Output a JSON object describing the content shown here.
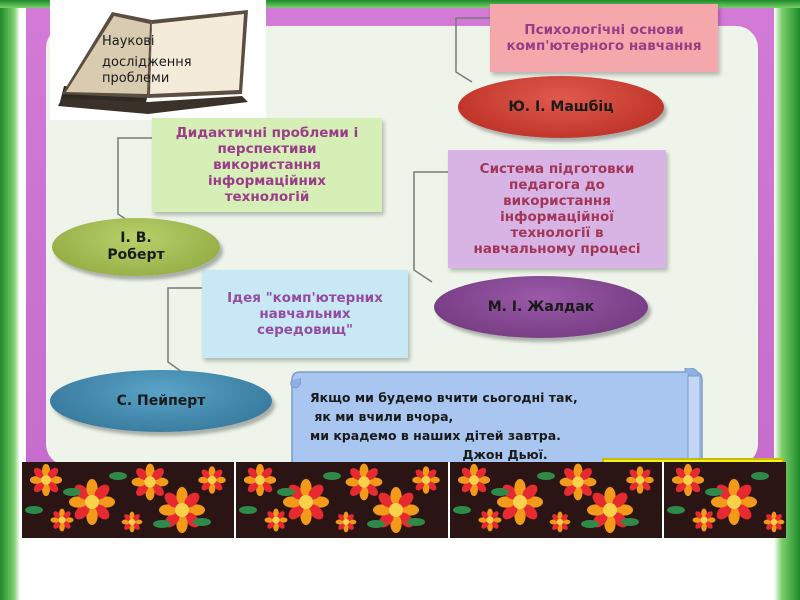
{
  "book": {
    "lines": [
      "Наукові",
      "дослідження",
      "проблеми"
    ]
  },
  "notes": {
    "psych": [
      "Психологічні основи",
      "комп'ютерного навчання"
    ],
    "didactic": [
      "Дидактичні проблеми і",
      "перспективи",
      "використання",
      "інформаційних",
      "технологій"
    ],
    "system": [
      "Система підготовки",
      "педагога до",
      "використання",
      "інформаційної",
      "технології в",
      "навчальному процесі"
    ],
    "idea": [
      "Ідея \"комп'ютерних",
      "навчальних",
      "середовищ\""
    ]
  },
  "ovals": {
    "mashbits": [
      "Ю. І. Машбіц"
    ],
    "robert": [
      "І. В.",
      "Роберт"
    ],
    "zhaldak": [
      "М. І. Жалдак"
    ],
    "pappert": [
      "С. Пейперт"
    ]
  },
  "quote": {
    "lines": [
      "Якщо ми будемо вчити сьогодні так,",
      " як ми вчили вчора,",
      "ми крадемо в наших дітей завтра.",
      "                                   Джон Дьюї."
    ]
  },
  "colors": {
    "frame_green": "#1d8a2a",
    "panel_pink": "#c56ccd",
    "inner_panel": "#eef4ea",
    "mashbits_red": "#b5281f",
    "robert_green": "#8aa53c",
    "zhaldak_purple": "#6c3479",
    "pappert_blue": "#2e6f92",
    "ornament_red": "#e62a2f",
    "ornament_orange": "#f39a1a",
    "ornament_dark": "#2b1414"
  }
}
